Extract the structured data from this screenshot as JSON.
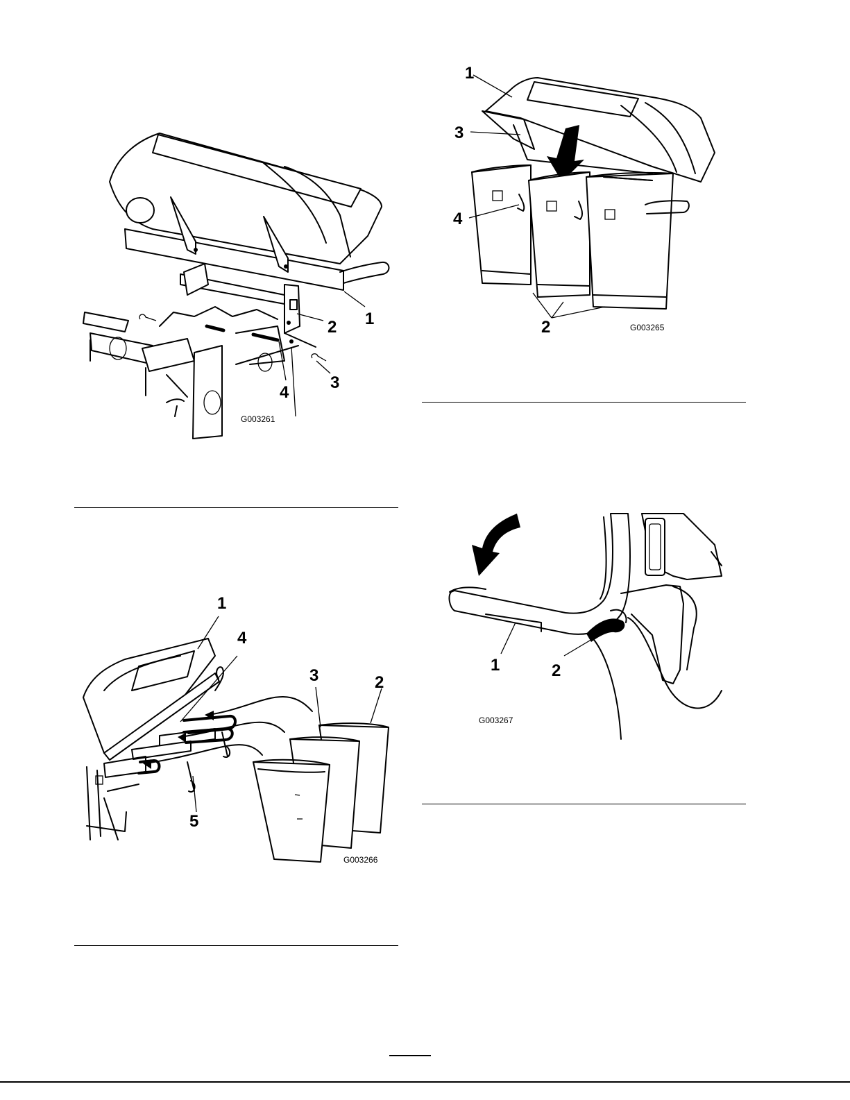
{
  "figures": [
    {
      "id": "G003261",
      "callouts": [
        "1",
        "2",
        "3",
        "4"
      ]
    },
    {
      "id": "G003265",
      "callouts": [
        "1",
        "2",
        "3",
        "4"
      ]
    },
    {
      "id": "G003266",
      "callouts": [
        "1",
        "2",
        "3",
        "4",
        "5"
      ]
    },
    {
      "id": "G003267",
      "callouts": [
        "1",
        "2"
      ]
    }
  ]
}
